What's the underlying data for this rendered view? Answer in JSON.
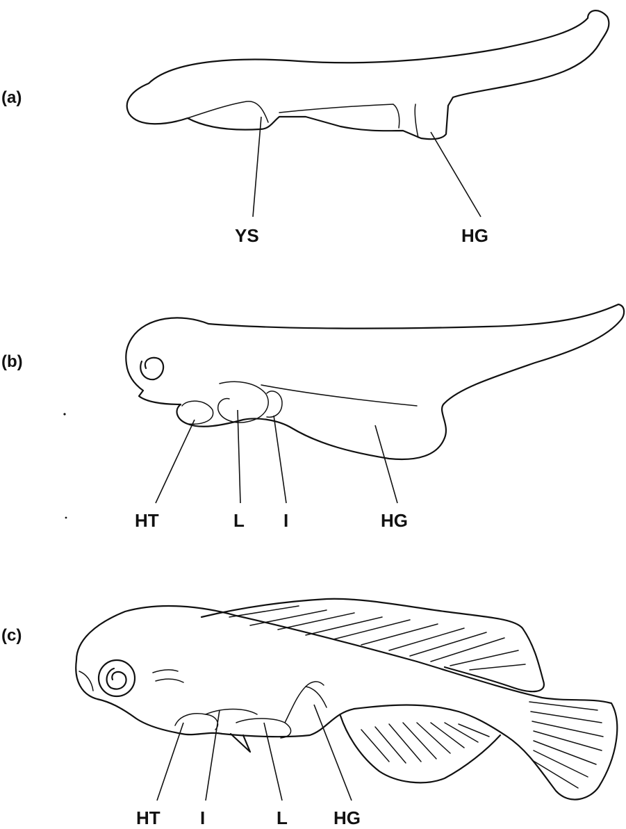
{
  "stages": [
    {
      "id": "a",
      "label": "(a)",
      "parts": {
        "ys": "YS",
        "hg": "HG"
      }
    },
    {
      "id": "b",
      "label": "(b)",
      "parts": {
        "ht": "HT",
        "l": "L",
        "i": "I",
        "hg": "HG"
      }
    },
    {
      "id": "c",
      "label": "(c)",
      "parts": {
        "ht": "HT",
        "i": "I",
        "l": "L",
        "hg": "HG"
      }
    }
  ]
}
